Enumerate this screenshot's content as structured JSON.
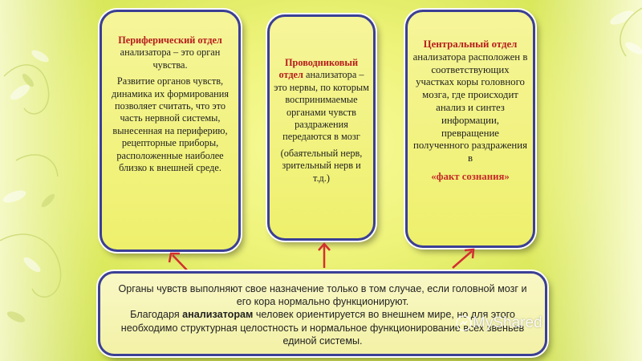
{
  "card1": {
    "heading": "Периферический отдел",
    "lead": " анализатора – это орган чувства.",
    "body": "Развитие органов чувств, динамика их формирования позволяет считать, что это часть нервной системы, вынесенная на периферию, рецепторные приборы, расположенные наиболее близко к внешней среде."
  },
  "card2": {
    "heading": "Проводниковый отдел",
    "lead": " анализатора – это нервы, по которым воспринимаемые органами чувств раздражения передаются в мозг",
    "body": "(обаятельный нерв, зрительный нерв и т.д.)"
  },
  "card3": {
    "heading": "Центральный отдел",
    "lead": " анализатора расположен в соответствующих участках коры головного мозга, где происходит анализ и синтез информации, превращение полученного раздражения в",
    "accent": "«факт сознания»"
  },
  "bottom": {
    "line1": "Органы чувств выполняют свое назначение только в том случае, если головной мозг и его кора нормально функционируют.",
    "line2_prefix": "Благодаря ",
    "line2_bold": "анализаторам",
    "line2_rest": " человек ориентируется во внешнем мире, но для этого необходимо структурная целостность и нормальное функционирование всех звеньев единой системы."
  },
  "watermark": "MyShared",
  "colors": {
    "border": "#3b3f95",
    "heading": "#b71c1c",
    "arrow": "#d32f2f"
  }
}
